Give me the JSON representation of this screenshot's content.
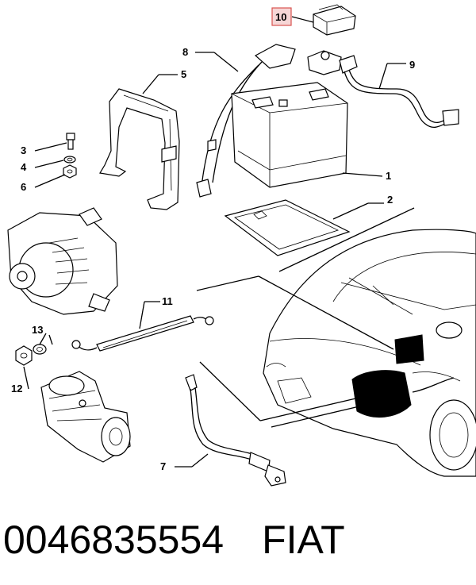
{
  "callouts": {
    "c1": "1",
    "c2": "2",
    "c3": "3",
    "c4": "4",
    "c5": "5",
    "c6": "6",
    "c7": "7",
    "c8": "8",
    "c9": "9",
    "c10": "10",
    "c11": "11",
    "c12": "12",
    "c13": "13"
  },
  "highlighted_callout": "10",
  "highlight_color": "#d9534f",
  "caption": {
    "part_number": "0046835554",
    "brand": "FIAT"
  }
}
